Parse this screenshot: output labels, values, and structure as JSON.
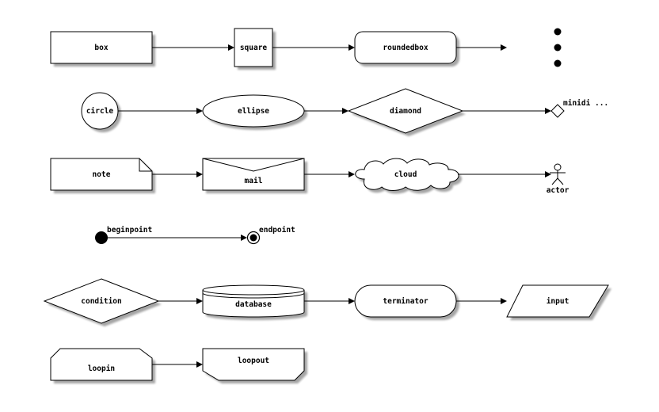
{
  "nodes": {
    "box": "box",
    "square": "square",
    "roundedbox": "roundedbox",
    "circle": "circle",
    "ellipse": "ellipse",
    "diamond": "diamond",
    "minidiamond": "minidi ...",
    "note": "note",
    "mail": "mail",
    "cloud": "cloud",
    "actor": "actor",
    "beginpoint": "beginpoint",
    "endpoint": "endpoint",
    "condition": "condition",
    "database": "database",
    "terminator": "terminator",
    "input": "input",
    "loopin": "loopin",
    "loopout": "loopout"
  }
}
